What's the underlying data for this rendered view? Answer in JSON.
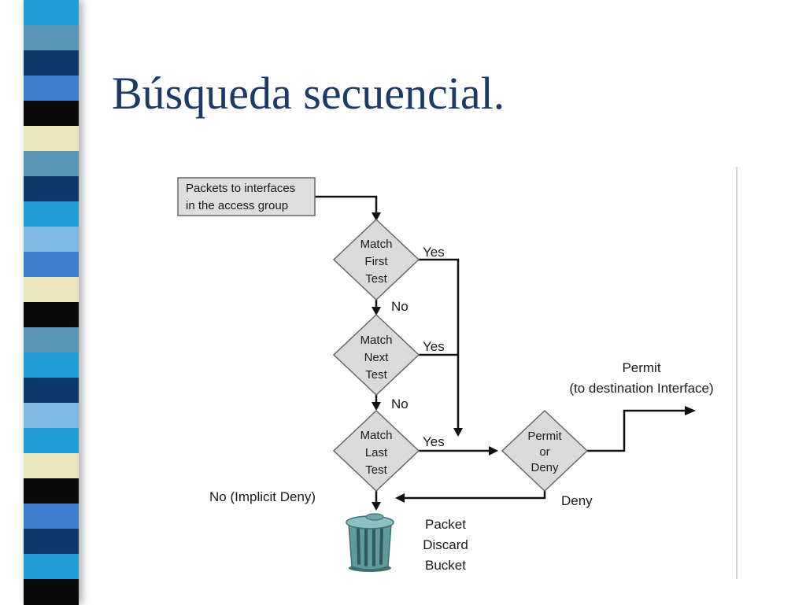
{
  "slide": {
    "title": "Búsqueda secuencial.",
    "title_color": "#1b3a68",
    "stripe_colors": [
      "#1f9fd4",
      "#5a94b6",
      "#0c3a6b",
      "#3d7ecf",
      "#0a0a0a",
      "#e8e5bf",
      "#5a94b6",
      "#0c3a6b",
      "#1f9fd4",
      "#7fb8e0",
      "#3d7ecf",
      "#e8e5bf",
      "#0a0a0a",
      "#5a94b6",
      "#1f9fd4",
      "#0c3a6b",
      "#7fb8e0",
      "#1f9fd4",
      "#e8e5bf",
      "#0a0a0a",
      "#3d7ecf",
      "#0c3a6b",
      "#1f9fd4",
      "#0a0a0a"
    ]
  },
  "diagram": {
    "start": {
      "line1": "Packets to interfaces",
      "line2": "in the access group"
    },
    "decision_first": {
      "line1": "Match",
      "line2": "First",
      "line3": "Test"
    },
    "decision_next": {
      "line1": "Match",
      "line2": "Next",
      "line3": "Test"
    },
    "decision_last": {
      "line1": "Match",
      "line2": "Last",
      "line3": "Test"
    },
    "decision_permit": {
      "line1": "Permit",
      "line2": "or",
      "line3": "Deny"
    },
    "labels": {
      "yes_first": "Yes",
      "yes_next": "Yes",
      "yes_last": "Yes",
      "no_first": "No",
      "no_next": "No",
      "no_implicit": "No (Implicit Deny)",
      "deny": "Deny",
      "permit_line1": "Permit",
      "permit_line2": "(to destination Interface)"
    },
    "bucket": {
      "line1": "Packet",
      "line2": "Discard",
      "line3": "Bucket",
      "icon": "trash-bucket-icon"
    }
  }
}
